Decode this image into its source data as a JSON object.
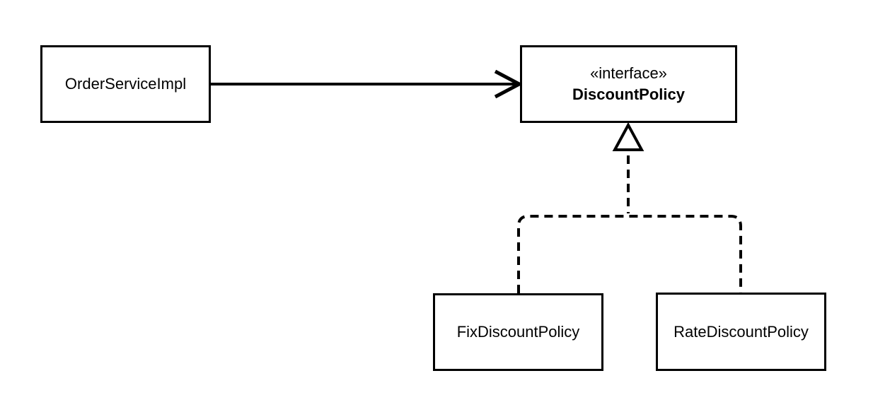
{
  "diagram": {
    "type": "uml-class-diagram",
    "background_color": "#ffffff",
    "line_color": "#000000",
    "text_color": "#000000",
    "nodes": [
      {
        "id": "order-service-impl",
        "label": "OrderServiceImpl",
        "shape": "rectangle"
      },
      {
        "id": "discount-policy",
        "stereotype": "«interface»",
        "label": "DiscountPolicy",
        "shape": "rectangle",
        "label_bold": true
      },
      {
        "id": "fix-discount-policy",
        "label": "FixDiscountPolicy",
        "shape": "rectangle"
      },
      {
        "id": "rate-discount-policy",
        "label": "RateDiscountPolicy",
        "shape": "rectangle"
      }
    ],
    "edges": [
      {
        "from": "order-service-impl",
        "to": "discount-policy",
        "type": "dependency",
        "line": "solid",
        "arrowhead": "open-v"
      },
      {
        "from": "fix-discount-policy",
        "to": "discount-policy",
        "type": "realization",
        "line": "dashed",
        "arrowhead": "hollow-triangle"
      },
      {
        "from": "rate-discount-policy",
        "to": "discount-policy",
        "type": "realization",
        "line": "dashed",
        "arrowhead": "hollow-triangle"
      }
    ]
  }
}
